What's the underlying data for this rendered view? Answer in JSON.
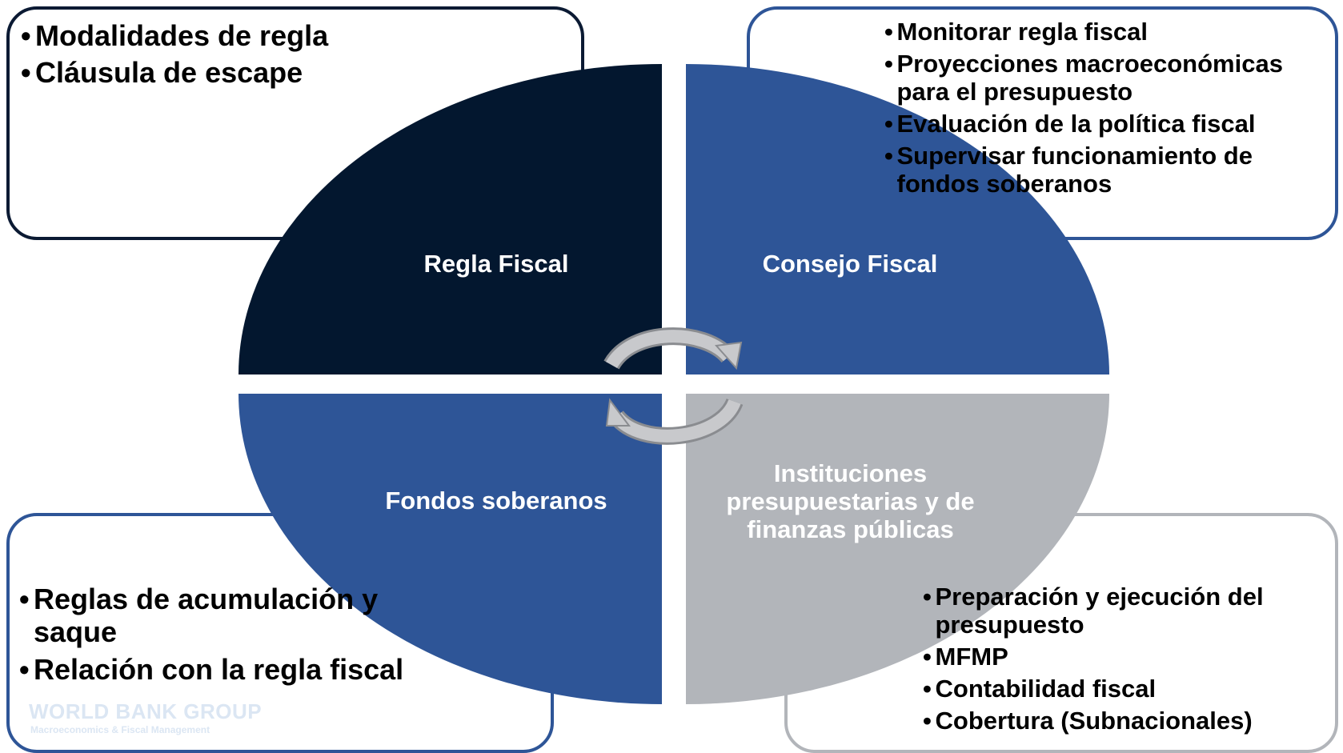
{
  "colors": {
    "regla_fiscal": "#03172f",
    "consejo_fiscal": "#2e5597",
    "fondos_soberanos": "#2e5597",
    "instituciones": "#b2b5ba",
    "arrow": "#c8c9cc"
  },
  "quadrants": {
    "top_left": {
      "label": "Regla Fiscal"
    },
    "top_right": {
      "label": "Consejo Fiscal"
    },
    "bottom_left": {
      "label": "Fondos soberanos"
    },
    "bottom_right": {
      "label_lines": [
        "Instituciones",
        "presupuestarias y de",
        "finanzas públicas"
      ]
    }
  },
  "boxes": {
    "top_left": {
      "items": [
        "Modalidades de regla",
        "Cláusula de escape"
      ]
    },
    "top_right": {
      "items": [
        "Monitorar regla fiscal",
        "Proyecciones macroeconómicas para el presupuesto",
        "Evaluación de la política fiscal",
        "Supervisar funcionamiento de fondos soberanos"
      ]
    },
    "bottom_left": {
      "items": [
        "Reglas de acumulación y saque",
        "Relación con la regla fiscal"
      ]
    },
    "bottom_right": {
      "items": [
        "Preparación y ejecución del presupuesto",
        "MFMP",
        "Contabilidad fiscal",
        "Cobertura (Subnacionales)"
      ]
    }
  },
  "watermark": {
    "line1": "WORLD BANK GROUP",
    "line2": "Macroeconomics & Fiscal Management"
  }
}
